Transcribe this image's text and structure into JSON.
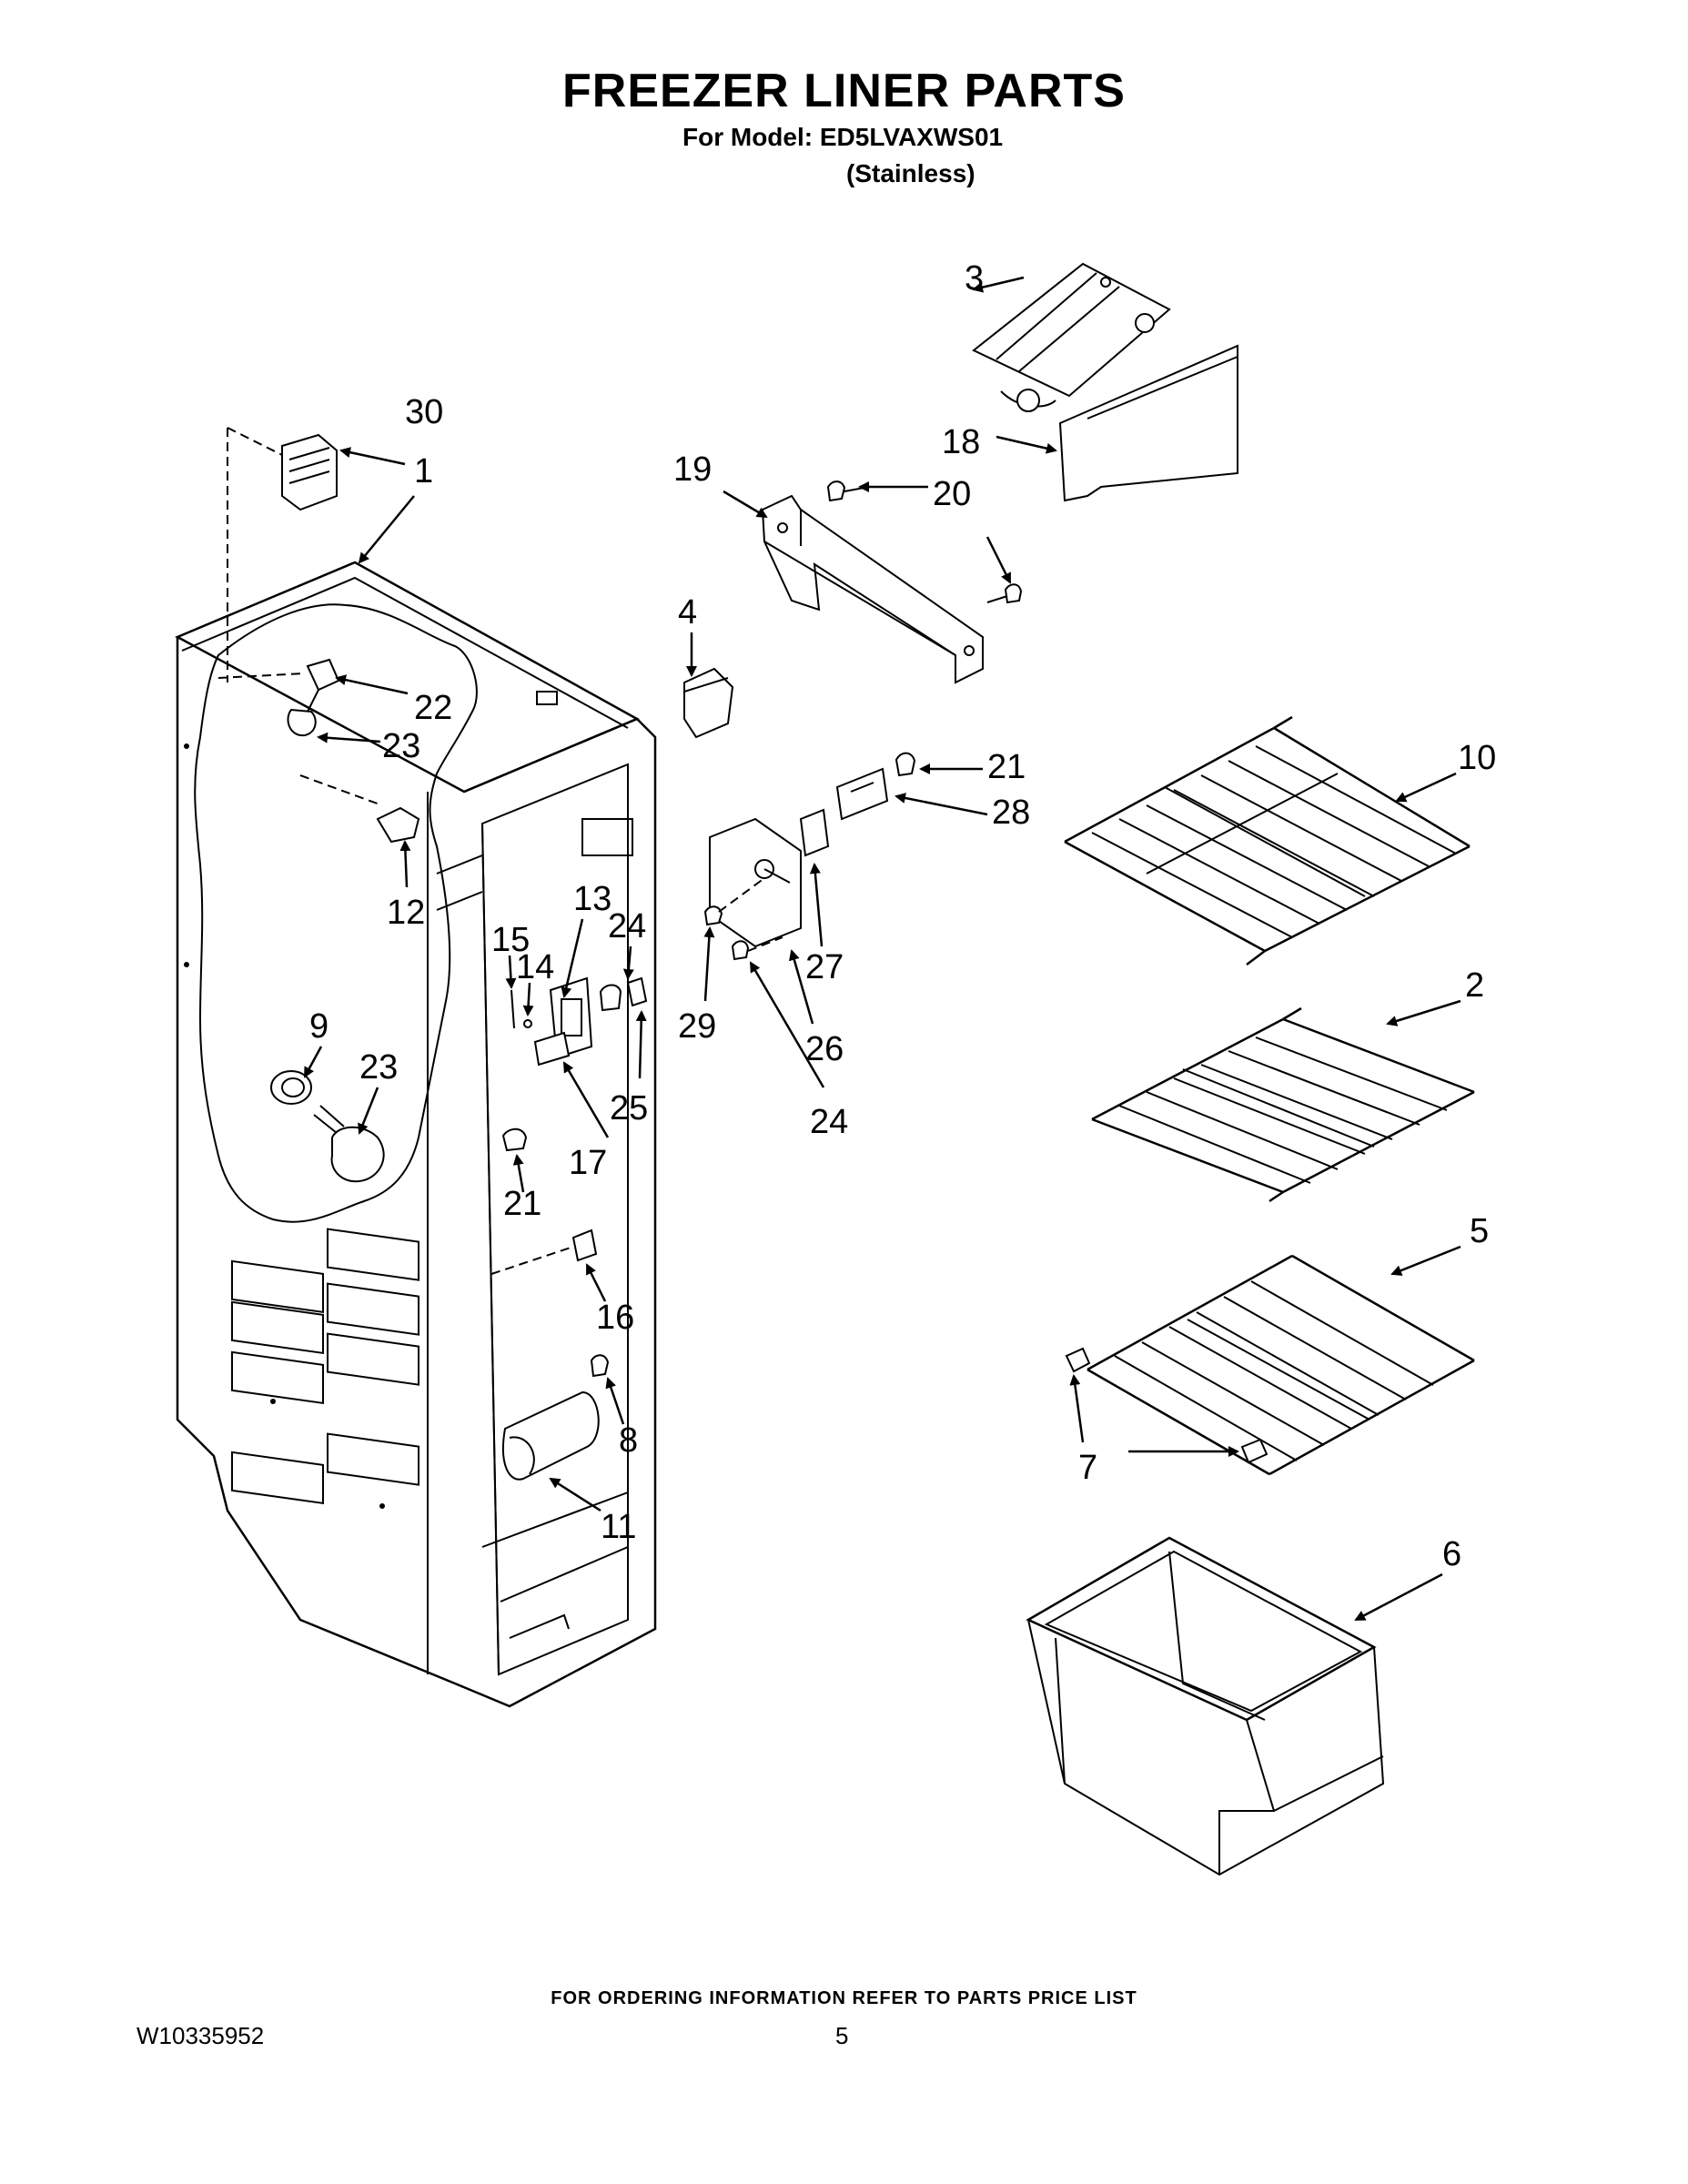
{
  "header": {
    "title": "FREEZER LINER PARTS",
    "model_line": "For Model: ED5LVAXWS01",
    "variant": "(Stainless)"
  },
  "footer": {
    "ordering_note": "FOR ORDERING INFORMATION REFER TO PARTS PRICE LIST",
    "document_number": "W10335952",
    "page_number": "5"
  },
  "callouts": {
    "c1": "1",
    "c2": "2",
    "c3": "3",
    "c4": "4",
    "c5": "5",
    "c6": "6",
    "c7": "7",
    "c8": "8",
    "c9": "9",
    "c10": "10",
    "c11": "11",
    "c12": "12",
    "c13": "13",
    "c14": "14",
    "c15": "15",
    "c16": "16",
    "c17": "17",
    "c18": "18",
    "c19": "19",
    "c20": "20",
    "c21a": "21",
    "c21b": "21",
    "c22": "22",
    "c23a": "23",
    "c23b": "23",
    "c24a": "24",
    "c24b": "24",
    "c25": "25",
    "c26": "26",
    "c27": "27",
    "c28": "28",
    "c29": "29",
    "c30": "30"
  }
}
